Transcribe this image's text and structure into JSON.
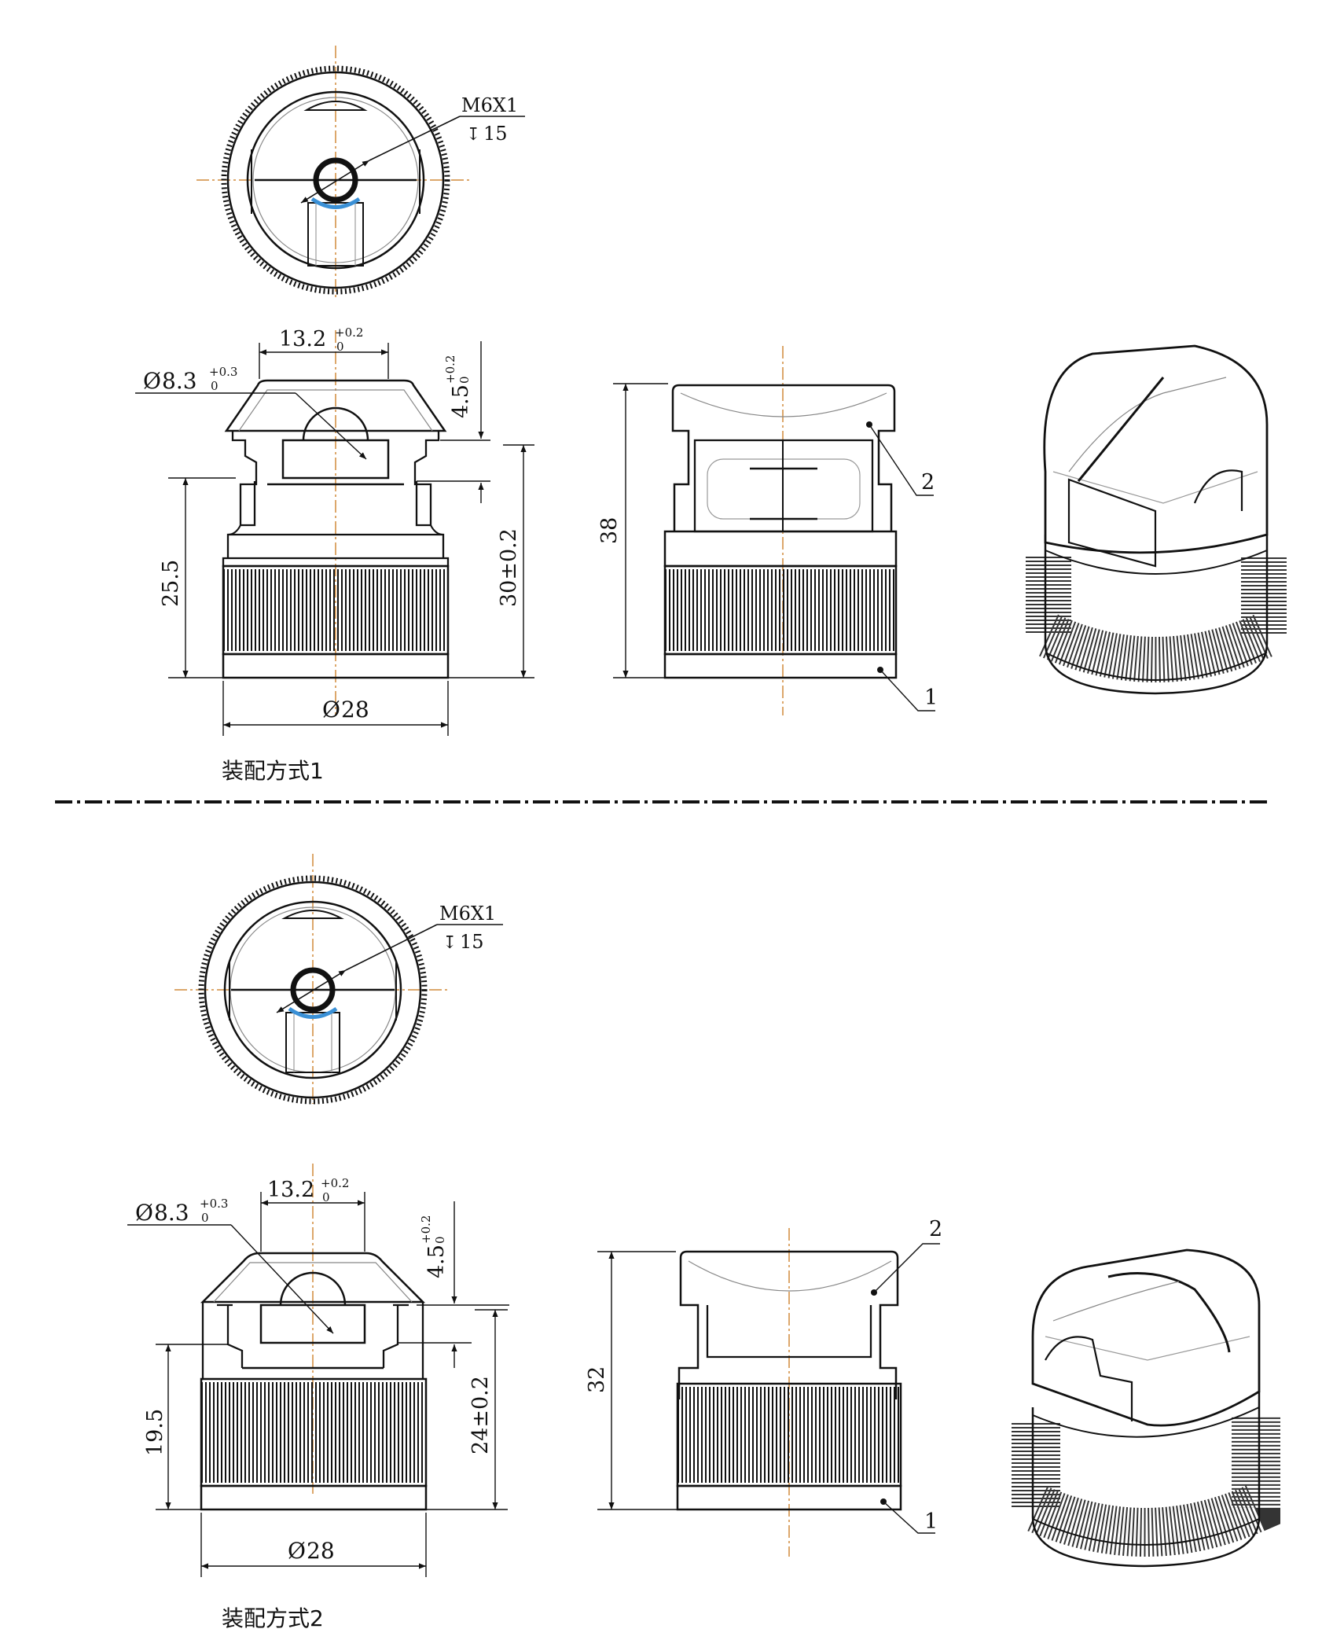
{
  "colors": {
    "line": "#111111",
    "thin_line": "#7a7a7a",
    "center_line": "#d08a3a",
    "thread": "#3a90d6"
  },
  "separator": "dash-dot",
  "assembly1": {
    "caption": "装配方式1",
    "thread": "M6X1",
    "thread_depth": "15",
    "hole_dia": "8.3",
    "hole_tol_upper": "+0.3",
    "hole_tol_lower": "0",
    "slot_width": "13.2",
    "slot_tol_upper": "+0.2",
    "slot_tol_lower": "0",
    "slot_depth": "4.5",
    "slot_depth_tol_upper": "+0.2",
    "slot_depth_tol_lower": "0",
    "height_left": "25.5",
    "height_total": "30±0.2",
    "diameter": "28",
    "side_height": "38",
    "balloon_1": "1",
    "balloon_2": "2"
  },
  "assembly2": {
    "caption": "装配方式2",
    "thread": "M6X1",
    "thread_depth": "15",
    "hole_dia": "8.3",
    "hole_tol_upper": "+0.3",
    "hole_tol_lower": "0",
    "slot_width": "13.2",
    "slot_tol_upper": "+0.2",
    "slot_tol_lower": "0",
    "slot_depth": "4.5",
    "slot_depth_tol_upper": "+0.2",
    "slot_depth_tol_lower": "0",
    "height_left": "19.5",
    "height_total": "24±0.2",
    "diameter": "28",
    "side_height": "32",
    "balloon_1": "1",
    "balloon_2": "2"
  }
}
